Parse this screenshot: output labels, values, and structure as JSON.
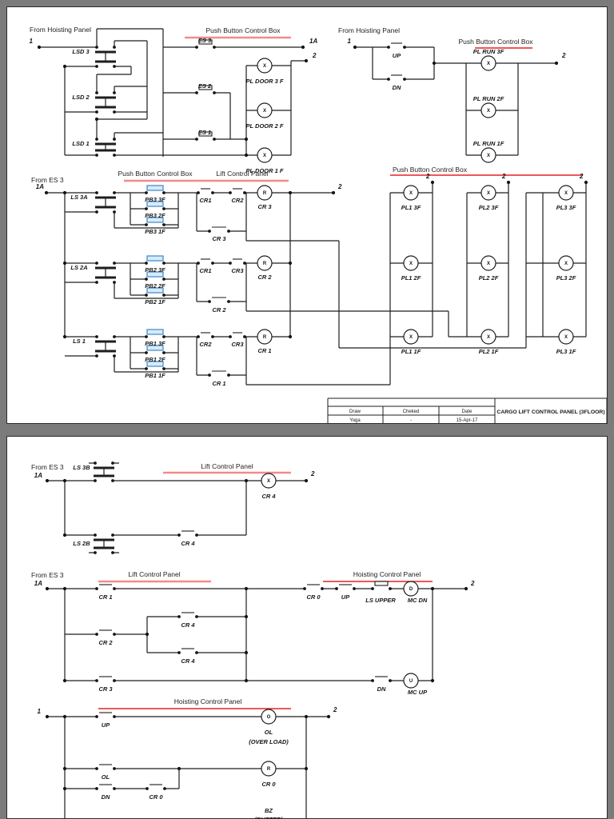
{
  "letters": {
    "x": "X",
    "r": "R",
    "d": "D",
    "u": "U",
    "o": "O"
  },
  "p1": {
    "from_hp": "From Hoisting Panel",
    "from_es3": "From ES 3",
    "node1": "1",
    "node1a": "1A",
    "node2": "2",
    "lsd3": "LSD 3",
    "lsd2": "LSD 2",
    "lsd1": "LSD 1",
    "pbcb": "Push Button Control Box",
    "lcp": "Lift Control Panel",
    "es3": "ES 3",
    "es2": "ES 2",
    "es1": "ES 1",
    "door3": "PL DOOR 3 F",
    "door2": "PL DOOR 2 F",
    "door1": "PL DOOR 1 F",
    "up": "UP",
    "dn": "DN",
    "run3": "PL RUN 3F",
    "run2": "PL RUN 2F",
    "run1": "PL RUN 1F",
    "ls3a": "LS 3A",
    "ls2a": "LS 2A",
    "ls1": "LS 1",
    "pb33": "PB3 3F",
    "pb32": "PB3 2F",
    "pb31": "PB3 1F",
    "pb23": "PB2 3F",
    "pb22": "PB2 2F",
    "pb21": "PB2 1F",
    "pb13": "PB1 3F",
    "pb12": "PB1 2F",
    "pb11": "PB1 1F",
    "cr1": "CR1",
    "cr2": "CR2",
    "cr3": "CR3",
    "cr_3": "CR 3",
    "cr_2": "CR 2",
    "cr_1": "CR 1",
    "pl13": "PL1 3F",
    "pl12": "PL1 2F",
    "pl11": "PL1 1F",
    "pl23": "PL2 3F",
    "pl22": "PL2 2F",
    "pl21": "PL2 1F",
    "pl33": "PL3 3F",
    "pl32": "PL3 2F",
    "pl31": "PL3 1F"
  },
  "tb": {
    "h1": "Draw",
    "h2": "Cheked",
    "h3": "Date",
    "v1": "Yoga",
    "v2": "-",
    "v3": "15-Apr-17",
    "title": "CARGO LIFT CONTROL PANEL (3FLOOR)"
  },
  "p2": {
    "from_es3": "From ES 3",
    "node1": "1",
    "node1a": "1A",
    "node2": "2",
    "lcp": "Lift Control Panel",
    "hcp": "Hoisting Control Panel",
    "ls3b": "LS 3B",
    "ls2b": "LS 2B",
    "ls_upper": "LS UPPER",
    "cr_4": "CR 4",
    "cr_1": "CR 1",
    "cr_2": "CR 2",
    "cr_3": "CR 3",
    "cr_0": "CR 0",
    "up": "UP",
    "dn": "DN",
    "ol": "OL",
    "mcdn": "MC DN",
    "mcup": "MC UP",
    "overload": "(OVER LOAD)",
    "bz": "BZ",
    "buzzer": "(BUZZER)"
  }
}
